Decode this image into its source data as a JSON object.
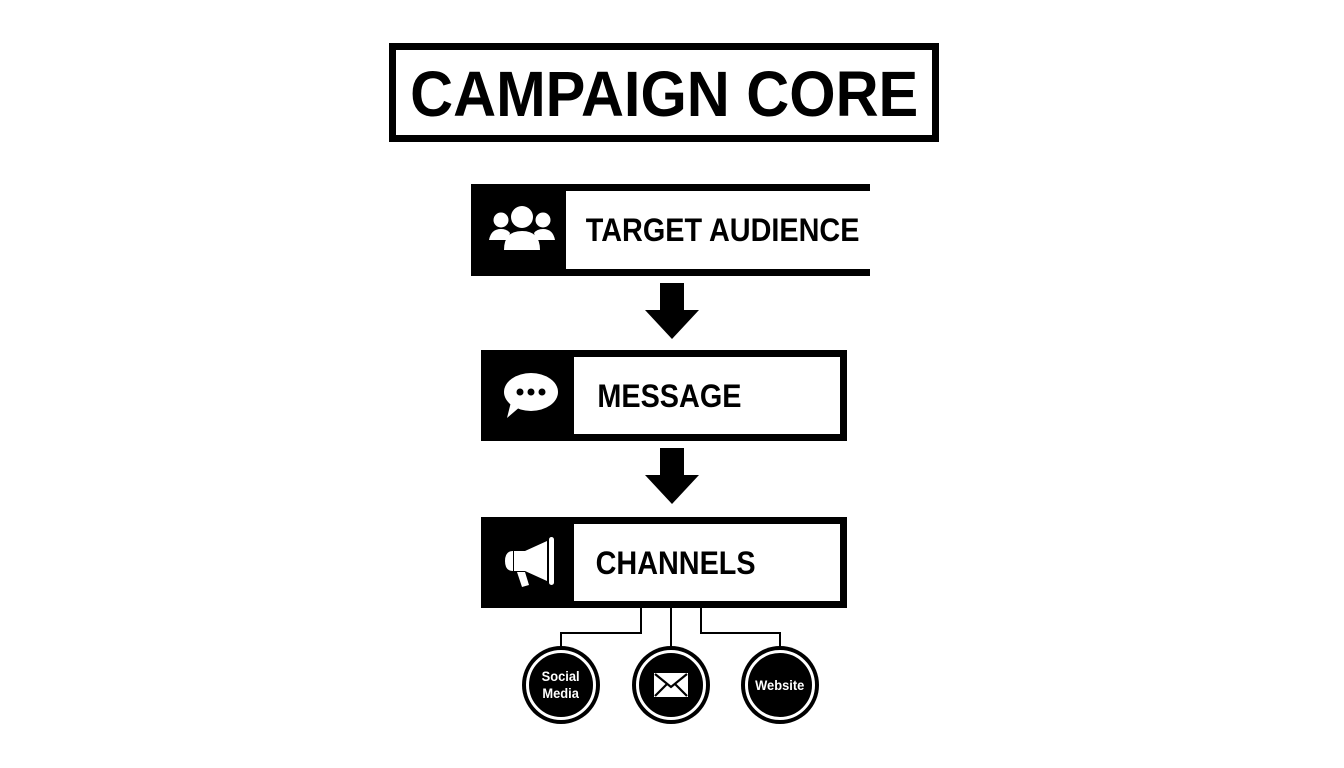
{
  "title": "CAMPAIGN CORE",
  "colors": {
    "ink": "#000000",
    "paper": "#ffffff"
  },
  "steps": [
    {
      "label": "TARGET AUDIENCE",
      "icon": "people-group-icon"
    },
    {
      "label": "MESSAGE",
      "icon": "speech-bubble-icon"
    },
    {
      "label": "CHANNELS",
      "icon": "megaphone-icon"
    }
  ],
  "arrows": [
    {
      "from": "TARGET AUDIENCE",
      "to": "MESSAGE",
      "icon": "arrow-down-icon"
    },
    {
      "from": "MESSAGE",
      "to": "CHANNELS",
      "icon": "arrow-down-icon"
    }
  ],
  "channels": [
    {
      "label_line1": "Social",
      "label_line2": "Media",
      "icon": null
    },
    {
      "label_line1": "",
      "label_line2": "",
      "icon": "envelope-icon"
    },
    {
      "label_line1": "Website",
      "label_line2": "",
      "icon": null
    }
  ]
}
